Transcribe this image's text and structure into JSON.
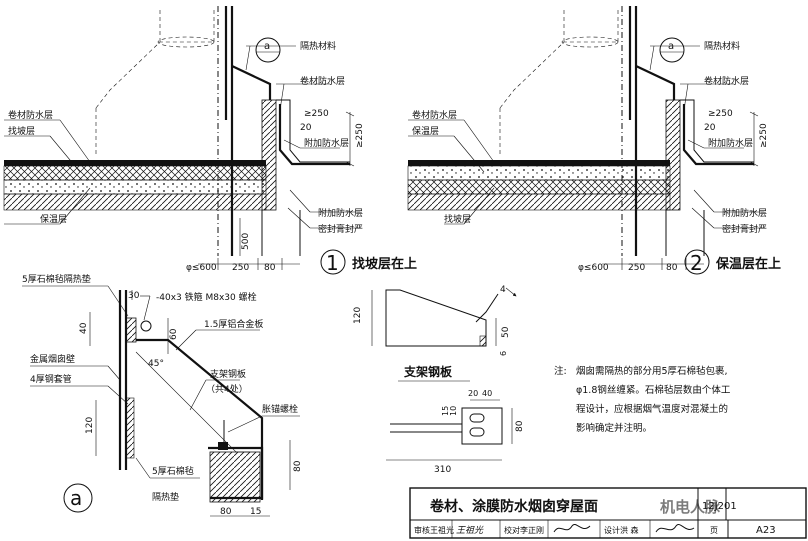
{
  "detail1": {
    "labels": {
      "insulation_material": "隔热材料",
      "membrane_waterproof_top": "卷材防水层",
      "membrane_waterproof_left": "卷材防水层",
      "slope_layer": "找坡层",
      "additional_waterproof_inner": "附加防水层",
      "insulation_layer": "保温层",
      "additional_waterproof_outer": "附加防水层",
      "sealant": "密封膏封严"
    },
    "dims": {
      "ge250": "≥250",
      "ge250_v": "≥250",
      "d20": "20",
      "d500": "500",
      "d600": "φ≤600",
      "d250": "250",
      "d80": "80",
      "ref_a": "a"
    },
    "caption_number": "1",
    "caption": "找坡层在上"
  },
  "detail2": {
    "labels": {
      "insulation_material": "隔热材料",
      "membrane_waterproof_top": "卷材防水层",
      "membrane_waterproof_left": "卷材防水层",
      "insulation_layer": "保温层",
      "additional_waterproof_inner": "附加防水层",
      "slope_layer": "找坡层",
      "additional_waterproof_outer": "附加防水层",
      "sealant": "密封膏封严"
    },
    "dims": {
      "ge250": "≥250",
      "ge250_v": "≥250",
      "d20": "20",
      "d600": "φ≤600",
      "d250": "250",
      "d80": "80",
      "ref_a": "a"
    },
    "caption_number": "2",
    "caption": "保温层在上"
  },
  "detailA": {
    "labels": {
      "asbestos_pad": "5厚石棉毡隔热垫",
      "iron_hoop": "-40x3 铁箍 M8x30 螺栓",
      "metal_wall": "金属烟囱壁",
      "steel_sleeve": "4厚钢套管",
      "aluminum_plate": "1.5厚铝合金板",
      "bracket_plate": "支架钢板",
      "bracket_count": "（共4处）",
      "asbestos_felt": "5厚石棉毡",
      "expansion_bolt": "胀锚螺栓",
      "insulation_pad": "隔热垫"
    },
    "dims": {
      "d30": "30",
      "d40": "40",
      "d60": "60",
      "d45": "45°",
      "d120": "120",
      "d80a": "80",
      "d80b": "80",
      "d15": "15"
    },
    "marker": "a"
  },
  "bracket": {
    "title": "支架钢板",
    "dims": {
      "d120": "120",
      "d50": "50",
      "d4": "4",
      "d6": "6",
      "d20": "20",
      "d40": "40",
      "d15": "15",
      "d10": "10",
      "d80": "80",
      "d310": "310"
    }
  },
  "note": {
    "prefix": "注:",
    "lines": [
      "烟囱需隔热的部分用5厚石棉毡包裹,",
      "φ1.8钢丝缠紧。石棉毡层数由个体工",
      "程设计，应根据烟气温度对混凝土的",
      "影响确定并注明。"
    ]
  },
  "title_block": {
    "title": "卷材、涂膜防水烟囱穿屋面",
    "atlas_no": "12J201",
    "page_no": "A23",
    "row": {
      "review_label": "审核",
      "reviewer": "王祖光",
      "check_label": "校对",
      "checker": "李正刚",
      "design_label": "设计",
      "designer": "洪 森",
      "page_label": "页"
    },
    "watermark": "机电人脉"
  }
}
